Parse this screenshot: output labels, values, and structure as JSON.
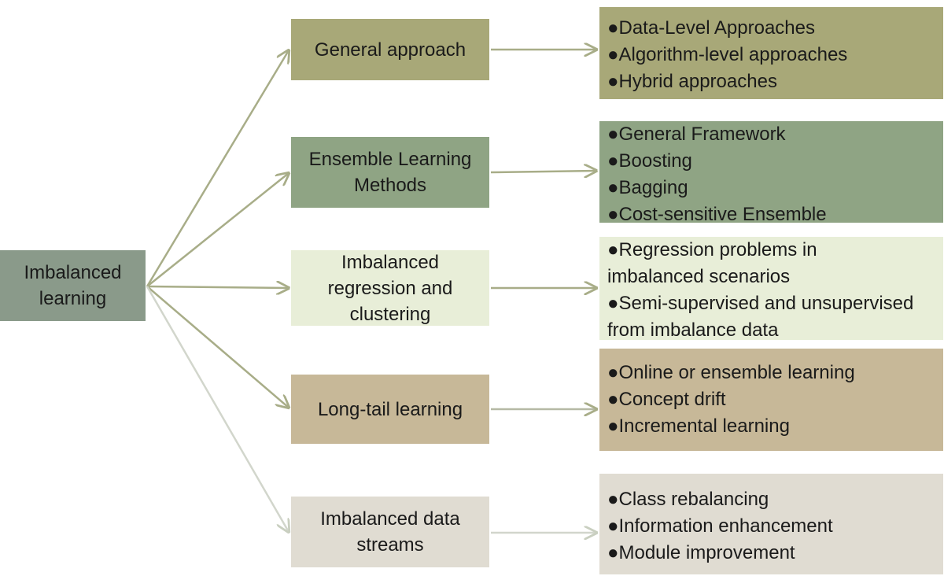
{
  "root": {
    "label": "Imbalanced\nlearning"
  },
  "categories": [
    {
      "label": "General approach",
      "items": [
        "●Data-Level Approaches",
        "●Algorithm-level approaches",
        "●Hybrid approaches"
      ]
    },
    {
      "label": "Ensemble Learning\nMethods",
      "items": [
        "●General Framework",
        "●Boosting",
        "●Bagging",
        "●Cost-sensitive Ensemble"
      ]
    },
    {
      "label": "Imbalanced\nregression and\nclustering",
      "items": [
        "●Regression problems in",
        "imbalanced scenarios",
        "●Semi-supervised and unsupervised",
        "from imbalance data"
      ]
    },
    {
      "label": "Long-tail learning",
      "items": [
        "●Online or ensemble learning",
        "●Concept drift",
        "●Incremental learning"
      ]
    },
    {
      "label": "Imbalanced data\nstreams",
      "items": [
        "●Class rebalancing",
        "●Information enhancement",
        "●Module improvement"
      ]
    }
  ],
  "colors": {
    "olive": "#a8a878",
    "sage": "#8fa484",
    "pale-green": "#e8eed8",
    "tan": "#c7b898",
    "light-gray": "#e0dcd2",
    "root": "#8a9a8a"
  }
}
